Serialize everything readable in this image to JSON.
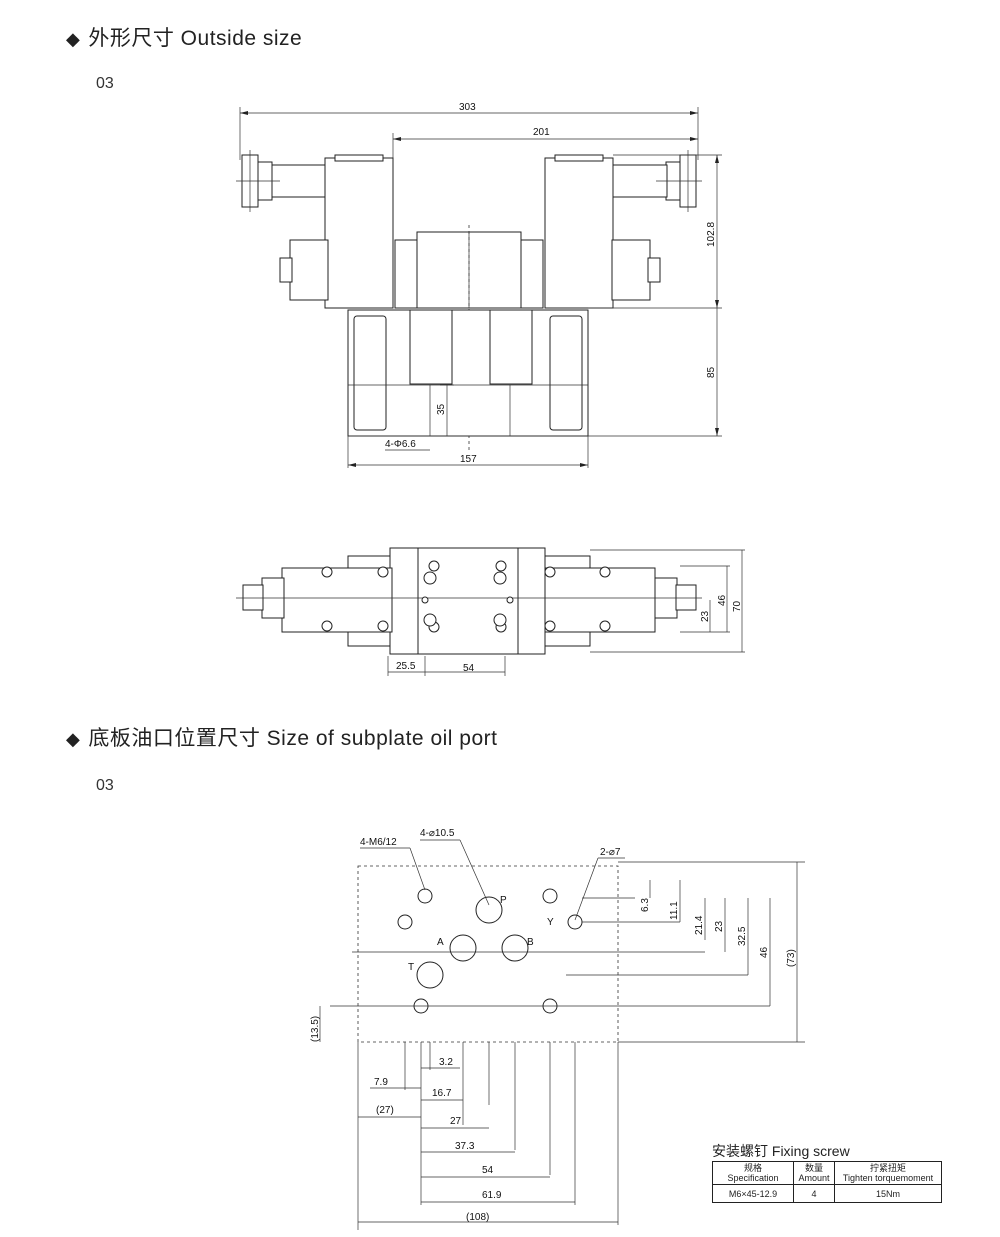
{
  "sections": {
    "outside": {
      "bullet": "◆",
      "title": "外形尺寸  Outside size",
      "code": "03"
    },
    "subplate": {
      "bullet": "◆",
      "title": "底板油口位置尺寸  Size of subplate oil port",
      "code": "03"
    }
  },
  "front_view": {
    "dim_303": "303",
    "dim_201": "201",
    "dim_102_8": "102.8",
    "dim_85": "85",
    "dim_35": "35",
    "dim_holes": "4-Φ6.6",
    "dim_157": "157"
  },
  "top_view": {
    "dim_46": "46",
    "dim_70": "70",
    "dim_23": "23",
    "dim_25_5": "25.5",
    "dim_54": "54"
  },
  "subplate": {
    "label_m6": "4-M6/12",
    "label_d105": "4-⌀10.5",
    "label_d7": "2-⌀7",
    "port_p": "P",
    "port_a": "A",
    "port_b": "B",
    "port_t": "T",
    "port_y": "Y",
    "dim_6_3": "6.3",
    "dim_11_1": "11.1",
    "dim_21_4": "21.4",
    "dim_23": "23",
    "dim_32_5": "32.5",
    "dim_46": "46",
    "dim_73": "(73)",
    "dim_13_5": "(13.5)",
    "dim_3_2": "3.2",
    "dim_7_9": "7.9",
    "dim_16_7": "16.7",
    "dim_27p": "(27)",
    "dim_27": "27",
    "dim_37_3": "37.3",
    "dim_54": "54",
    "dim_61_9": "61.9",
    "dim_108": "(108)"
  },
  "fixing_screw": {
    "title": "安装螺钉 Fixing screw",
    "headers": [
      {
        "cn": "规格",
        "en": "Specification"
      },
      {
        "cn": "数量",
        "en": "Amount"
      },
      {
        "cn": "拧紧扭矩",
        "en": "Tighten torquemoment"
      }
    ],
    "row": [
      "M6×45-12.9",
      "4",
      "15Nm"
    ]
  }
}
